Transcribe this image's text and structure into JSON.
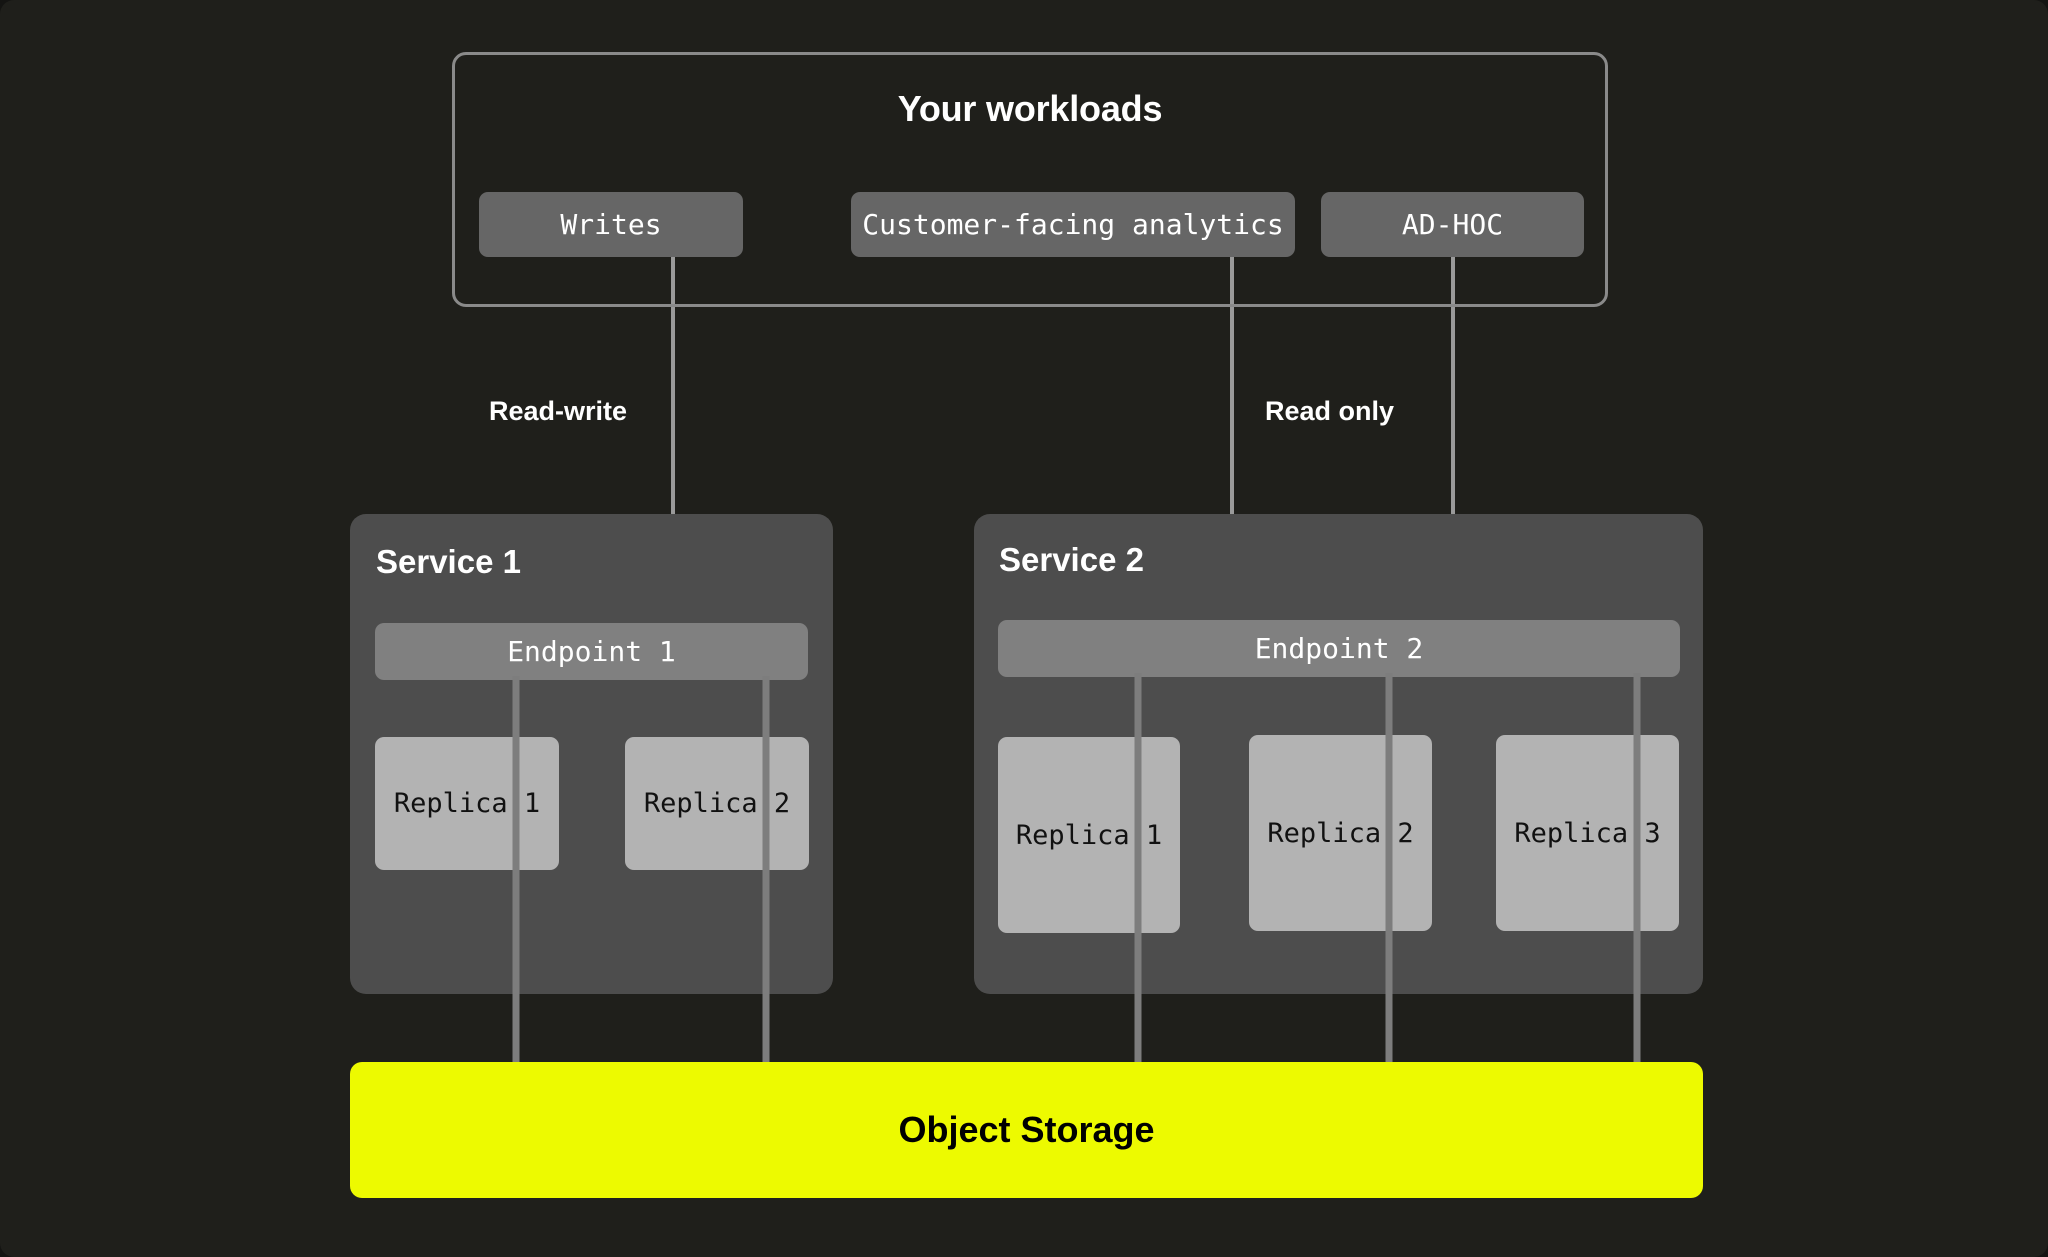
{
  "page": {
    "background": "#1f1f1b",
    "accent_yellow": "#edfa00"
  },
  "workloads": {
    "title": "Your workloads",
    "items": [
      {
        "label": "Writes"
      },
      {
        "label": "Customer-facing analytics"
      },
      {
        "label": "AD-HOC"
      }
    ]
  },
  "edge_labels": {
    "read_write": "Read-write",
    "read_only": "Read only"
  },
  "services": [
    {
      "title": "Service 1",
      "endpoint": "Endpoint 1",
      "replicas": [
        {
          "label": "Replica 1"
        },
        {
          "label": "Replica 2"
        }
      ]
    },
    {
      "title": "Service 2",
      "endpoint": "Endpoint 2",
      "replicas": [
        {
          "label": "Replica 1"
        },
        {
          "label": "Replica 2"
        },
        {
          "label": "Replica 3"
        }
      ]
    }
  ],
  "storage": {
    "label": "Object Storage"
  }
}
